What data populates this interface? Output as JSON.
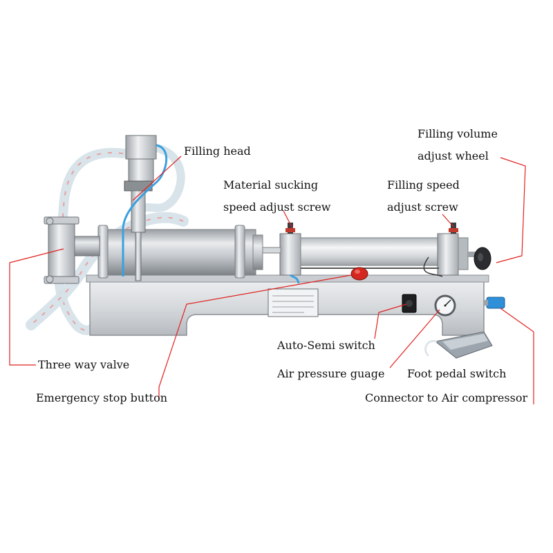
{
  "labels": {
    "filling_volume": [
      "Filling volume",
      "adjust wheel"
    ],
    "filling_head": "Filling head",
    "material_sucking": [
      "Material sucking",
      "speed adjust screw"
    ],
    "filling_speed": [
      "Filling speed",
      "adjust screw"
    ],
    "auto_semi": "Auto-Semi switch",
    "three_way_valve": "Three way valve",
    "air_pressure": "Air pressure guage",
    "foot_pedal": "Foot pedal switch",
    "emergency_stop": "Emergency stop button",
    "connector": "Connector to Air compressor"
  },
  "colors": {
    "background": "#ffffff",
    "leader_line": "#e0201e",
    "label_text": "#111111",
    "steel_light": "#e4e6e8",
    "steel_mid": "#b9bdc1",
    "steel_dark": "#8a8f94",
    "stop_button": "#d4271f",
    "hose": "#d8e4ea",
    "air_line": "#3aa0e0",
    "gauge_face": "#f4f6f8"
  }
}
